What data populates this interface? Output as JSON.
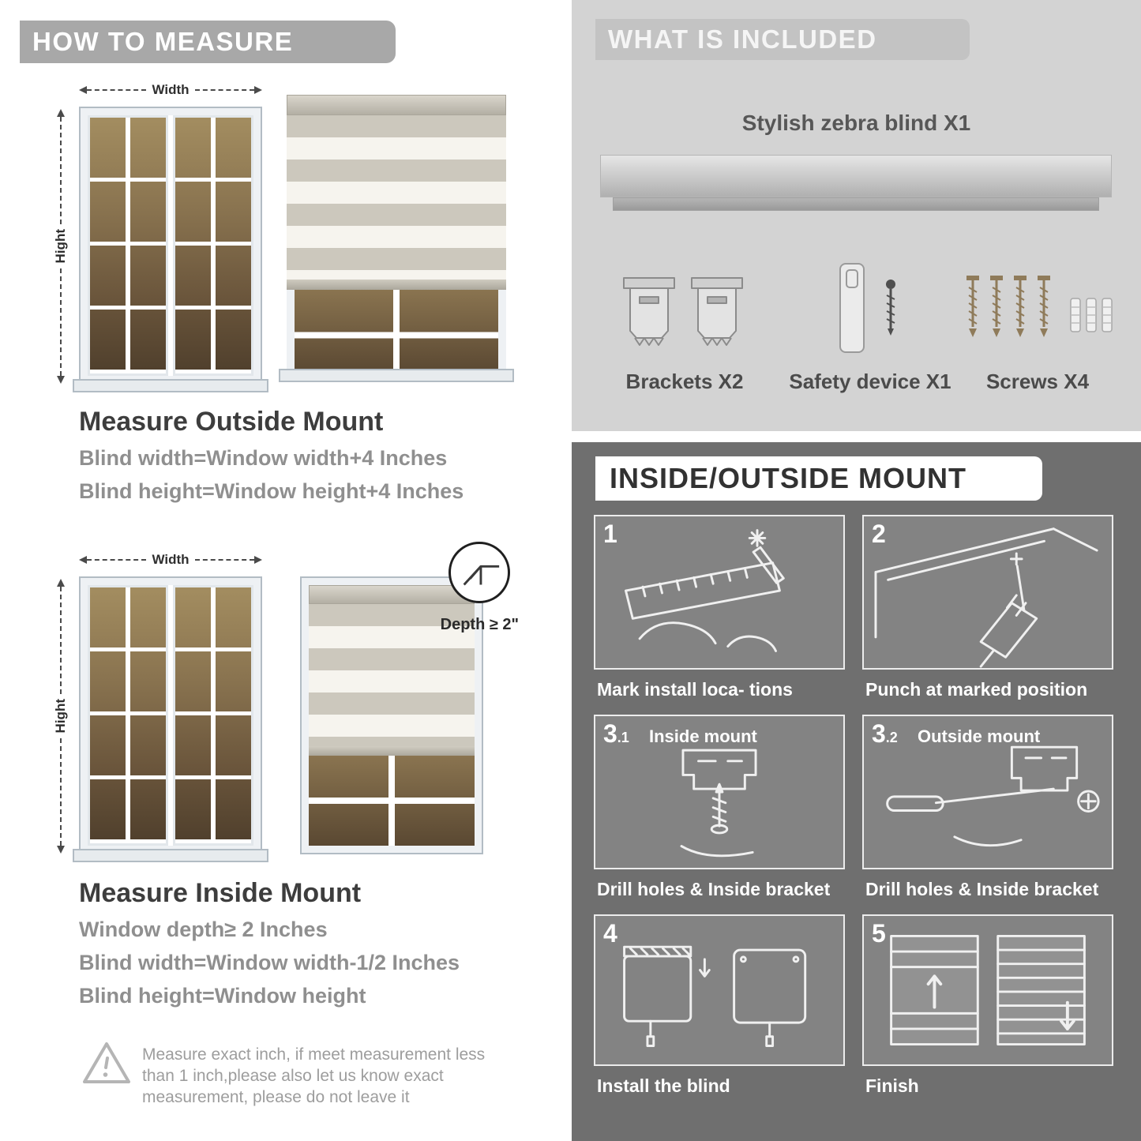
{
  "colors": {
    "left_banner_gray": "#a8a8a8",
    "included_background": "#d3d3d3",
    "included_banner": "#c3c3c3",
    "mount_background": "#6f6f6f",
    "spec_text_gray": "#8f8f8f",
    "title_text": "#3d3d3d"
  },
  "left": {
    "header": "HOW TO MEASURE",
    "outside": {
      "width_label": "Width",
      "height_label": "Hight",
      "title": "Measure Outside Mount",
      "spec1": "Blind width=Window width+4 Inches",
      "spec2": "Blind height=Window height+4 Inches"
    },
    "inside": {
      "width_label": "Width",
      "height_label": "Hight",
      "depth_callout": "Depth ≥ 2\"",
      "title": "Measure Inside Mount",
      "spec1": "Window depth≥ 2 Inches",
      "spec2": "Blind width=Window width-1/2 Inches",
      "spec3": "Blind height=Window height"
    },
    "warning": {
      "icon": "warning-triangle-icon",
      "line1": "Measure exact inch, if meet measurement less",
      "line2": "than 1 inch,please also let us know exact",
      "line3": "measurement, please do not leave it"
    }
  },
  "right": {
    "included": {
      "header": "WHAT IS INCLUDED",
      "product_label": "Stylish zebra blind X1",
      "items": [
        {
          "label": "Brackets X2",
          "icon": "brackets-icon"
        },
        {
          "label": "Safety device X1",
          "icon": "safety-device-icon"
        },
        {
          "label": "Screws X4",
          "icon": "screws-icon"
        }
      ]
    },
    "mount": {
      "header": "INSIDE/OUTSIDE MOUNT",
      "steps": [
        {
          "num": "1",
          "sub": "",
          "label": "",
          "caption": "Mark install loca- tions"
        },
        {
          "num": "2",
          "sub": "",
          "label": "",
          "caption": "Punch at  marked position"
        },
        {
          "num": "3",
          "sub": ".1",
          "label": "Inside mount",
          "caption": "Drill holes &  Inside bracket"
        },
        {
          "num": "3",
          "sub": ".2",
          "label": "Outside mount",
          "caption": "Drill holes &  Inside bracket"
        },
        {
          "num": "4",
          "sub": "",
          "label": "",
          "caption": "Install the blind"
        },
        {
          "num": "5",
          "sub": "",
          "label": "",
          "caption": "Finish"
        }
      ]
    }
  }
}
